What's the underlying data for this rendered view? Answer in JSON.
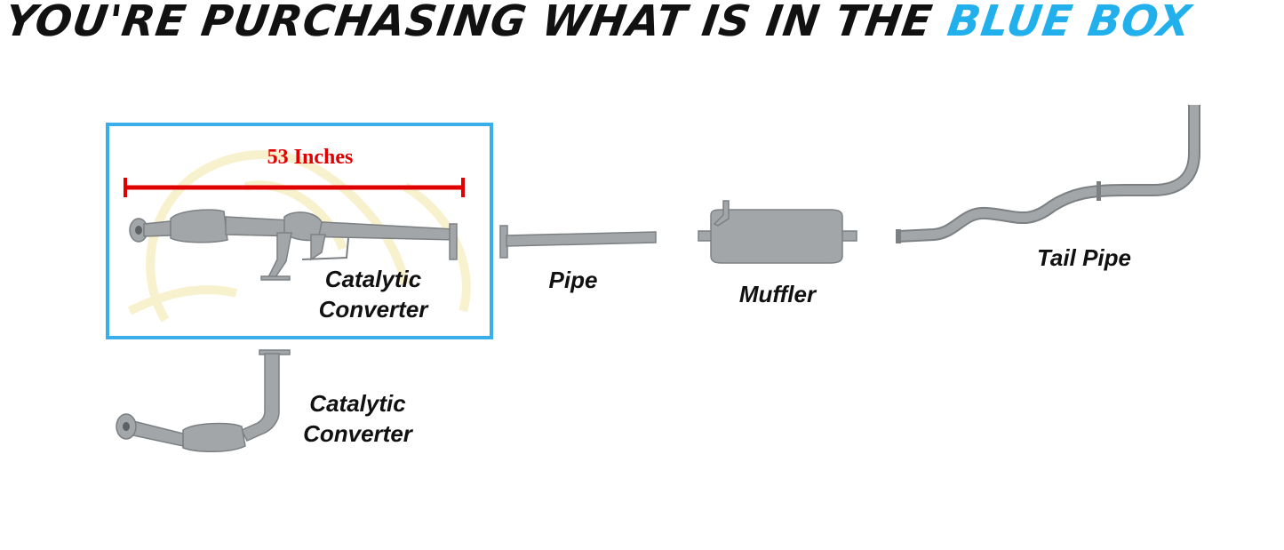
{
  "headline": {
    "main": "YOU'RE PURCHASING WHAT IS IN THE ",
    "highlight": "BLUE BOX"
  },
  "colors": {
    "highlight_blue": "#22b0ec",
    "box_border": "#3aaee8",
    "measure_red": "#e00000",
    "pipe_gray": "#a3a6a8"
  },
  "measurement": {
    "label": "53 Inches"
  },
  "parts": [
    {
      "label_line1": "Catalytic",
      "label_line2": "Converter"
    },
    {
      "label": "Pipe"
    },
    {
      "label": "Muffler"
    },
    {
      "label": "Tail Pipe"
    },
    {
      "label_line1": "Catalytic",
      "label_line2": "Converter"
    }
  ]
}
